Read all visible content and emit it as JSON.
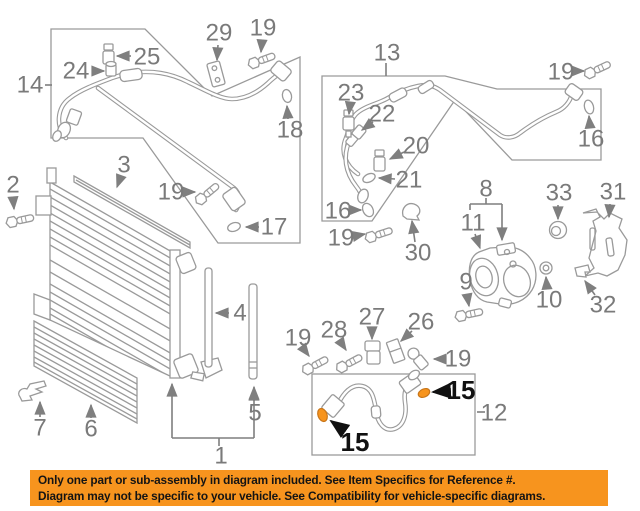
{
  "callouts": {
    "n1": "1",
    "n2": "2",
    "n3": "3",
    "n4": "4",
    "n5": "5",
    "n6": "6",
    "n7": "7",
    "n8": "8",
    "n9": "9",
    "n10": "10",
    "n11": "11",
    "n12": "12",
    "n13": "13",
    "n14": "14",
    "n15_left": "15",
    "n15_right": "15",
    "n16_left": "16",
    "n16_right": "16",
    "n17": "17",
    "n18": "18",
    "n19_topleft": "19",
    "n19_seal": "19",
    "n19_box13": "19",
    "n19_topright": "19",
    "n19_bottomleft": "19",
    "n19_sensor": "19",
    "n20": "20",
    "n21": "21",
    "n22": "22",
    "n23": "23",
    "n24": "24",
    "n25": "25",
    "n26": "26",
    "n27": "27",
    "n28": "28",
    "n29": "29",
    "n30": "30",
    "n31": "31",
    "n32": "32",
    "n33": "33"
  },
  "banner": {
    "line1": "Only one part or sub-assembly in diagram included. See Item Specifics for Reference #.",
    "line2": "Diagram may not be specific to your vehicle. See Compatibility for vehicle-specific diagrams."
  },
  "colors": {
    "banner_bg": "#F7941E",
    "banner_text": "#141414",
    "line_art": "#9A9A9A",
    "callout_text": "#7A7A7A",
    "highlight_text": "#111111",
    "highlight_oring_fill": "#F7941D",
    "highlight_oring_stroke": "#C8761A"
  }
}
